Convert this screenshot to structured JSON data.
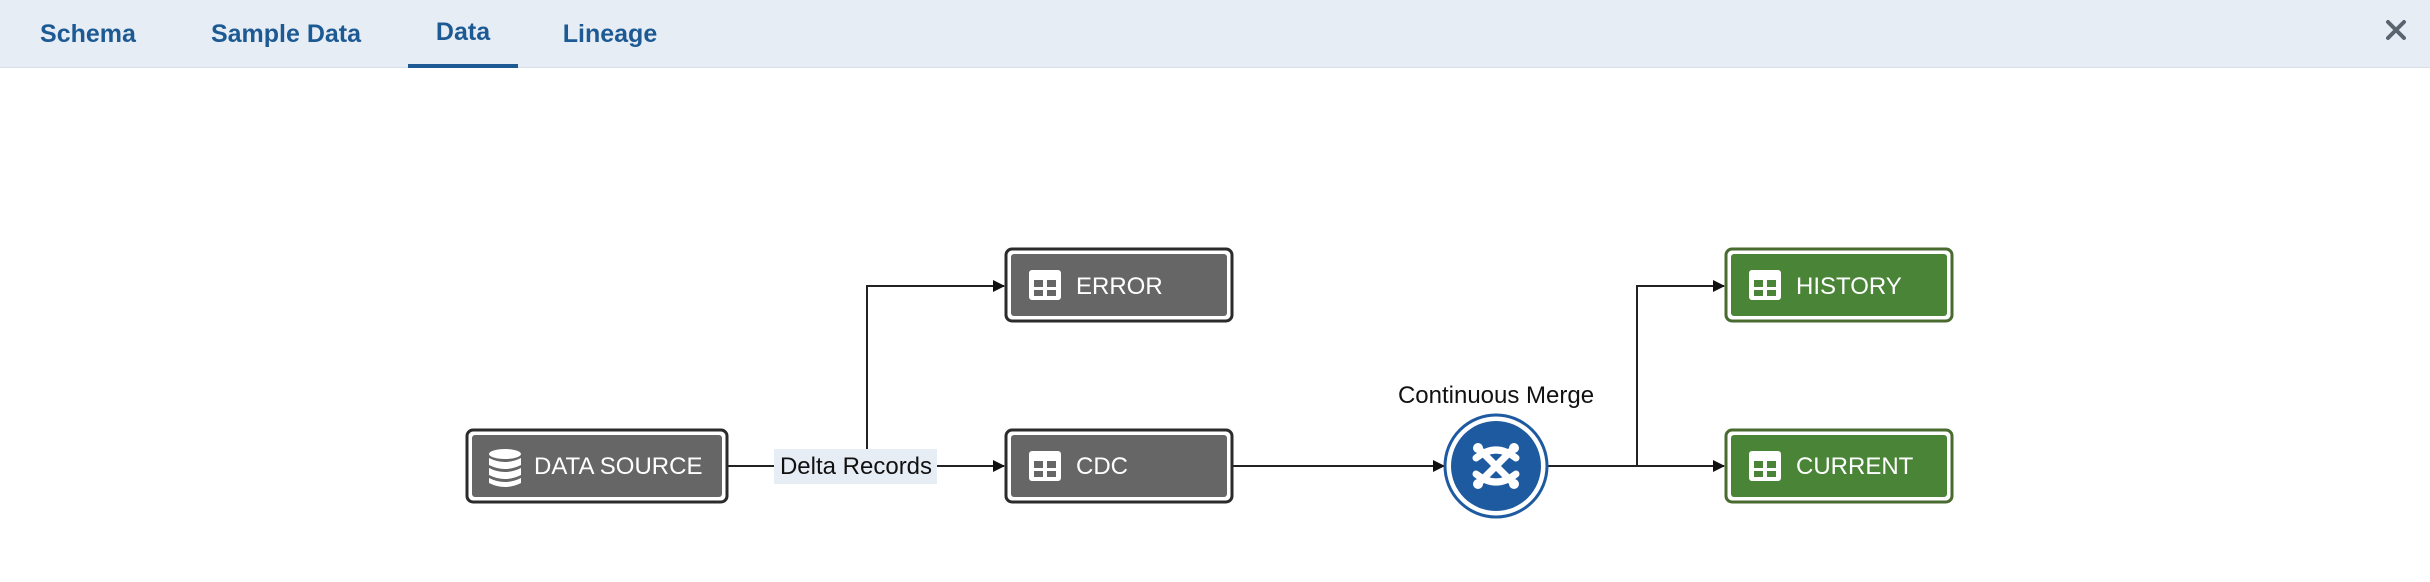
{
  "tabs": [
    {
      "label": "Schema",
      "active": false
    },
    {
      "label": "Sample Data",
      "active": false
    },
    {
      "label": "Data",
      "active": true
    },
    {
      "label": "Lineage",
      "active": false
    }
  ],
  "close_icon": "close-icon",
  "diagram": {
    "nodes": {
      "data_source": {
        "label": "DATA SOURCE",
        "icon": "database-icon",
        "color": "#666666"
      },
      "error": {
        "label": "ERROR",
        "icon": "table-icon",
        "color": "#666666"
      },
      "cdc": {
        "label": "CDC",
        "icon": "table-icon",
        "color": "#666666"
      },
      "merge": {
        "label": "Continuous Merge",
        "icon": "merge-icon",
        "color": "#1d5aa0"
      },
      "history": {
        "label": "HISTORY",
        "icon": "table-icon",
        "color": "#4a8537"
      },
      "current": {
        "label": "CURRENT",
        "icon": "table-icon",
        "color": "#4a8537"
      }
    },
    "edge_label": "Delta Records",
    "edges": [
      [
        "data_source",
        "error"
      ],
      [
        "data_source",
        "cdc"
      ],
      [
        "cdc",
        "merge"
      ],
      [
        "merge",
        "history"
      ],
      [
        "merge",
        "current"
      ]
    ]
  },
  "colors": {
    "tab_text": "#1d5a94",
    "tab_bar": "#e6edf5",
    "node_gray": "#666666",
    "node_green": "#4a8537",
    "merge_blue": "#1d5aa0"
  }
}
